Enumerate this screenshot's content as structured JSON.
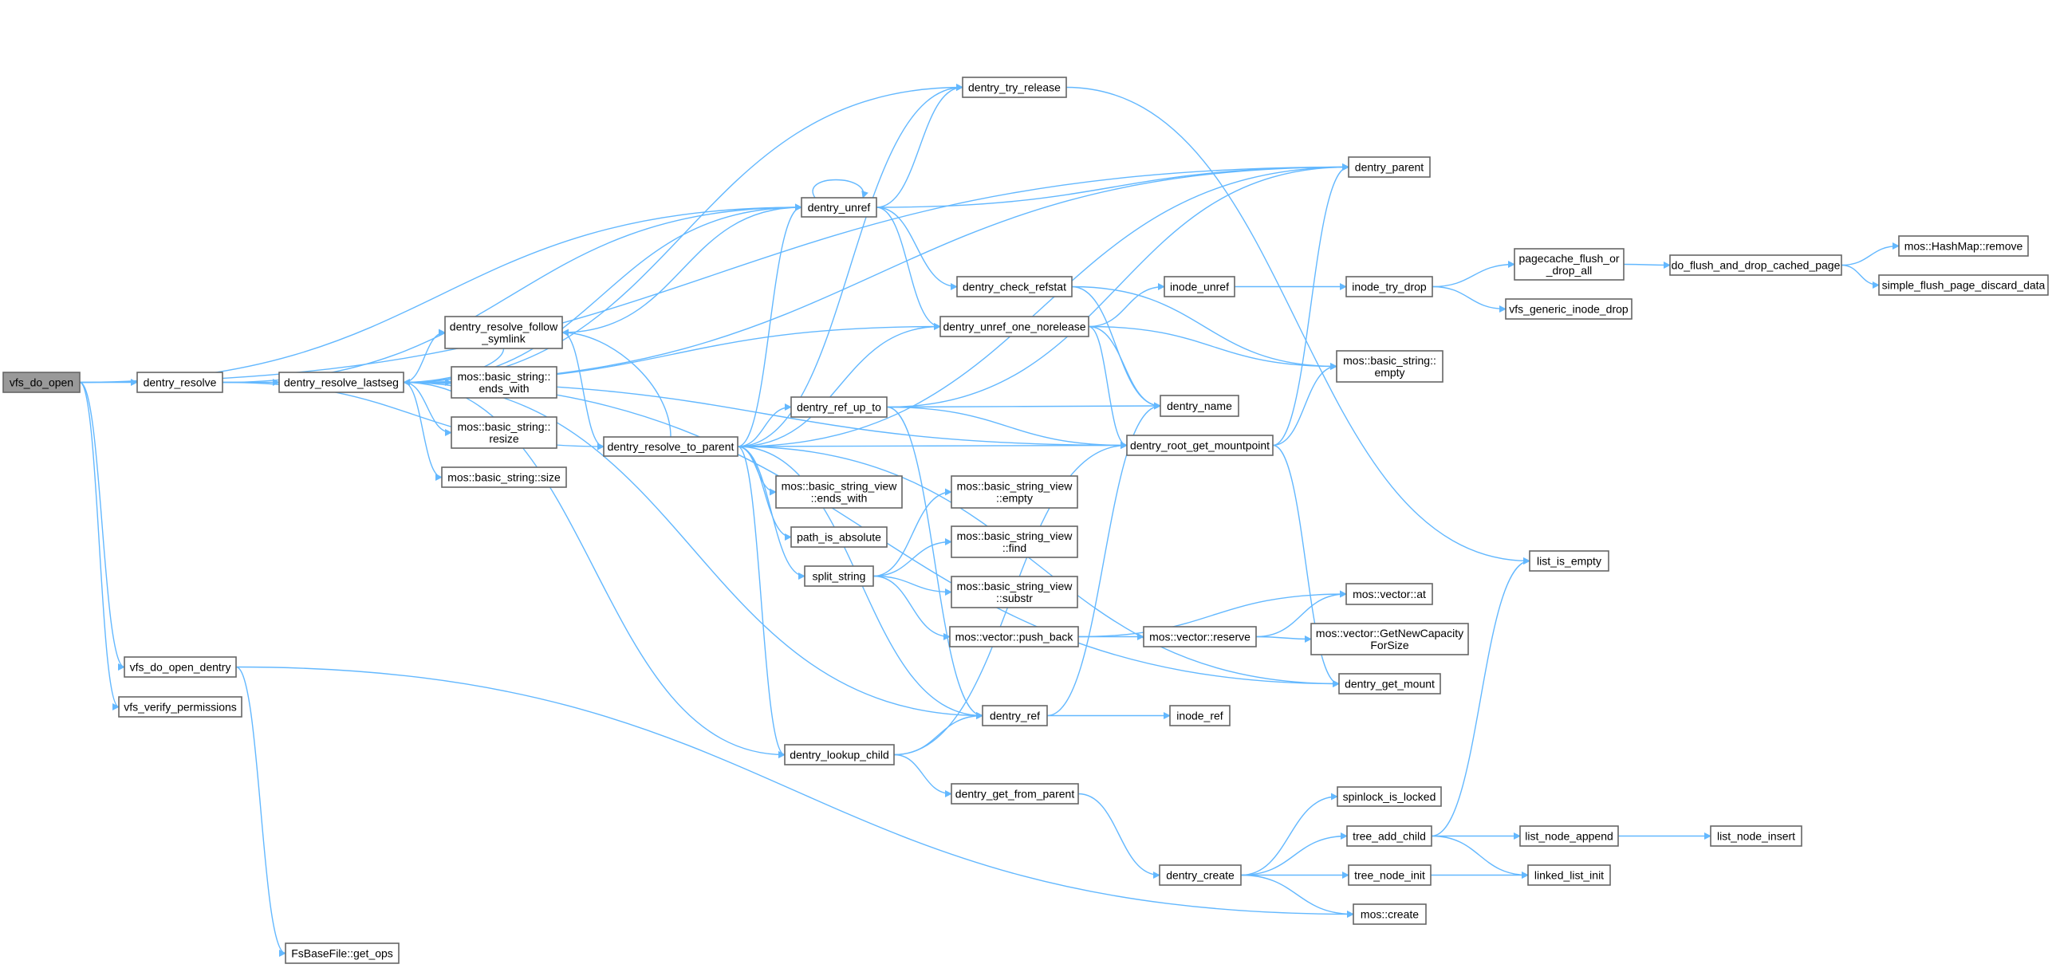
{
  "colors": {
    "edge": "#63b8ff",
    "highlight_fill": "#999999",
    "node_border": "#666666"
  },
  "nodes": [
    {
      "id": "vfs_do_open",
      "lines": [
        "vfs_do_open"
      ],
      "highlighted": true
    },
    {
      "id": "dentry_resolve",
      "lines": [
        "dentry_resolve"
      ]
    },
    {
      "id": "dentry_resolve_lastseg",
      "lines": [
        "dentry_resolve_lastseg"
      ]
    },
    {
      "id": "dentry_resolve_follow_symlink",
      "lines": [
        "dentry_resolve_follow",
        "_symlink"
      ]
    },
    {
      "id": "bs_ends_with",
      "lines": [
        "mos::basic_string::",
        "ends_with"
      ]
    },
    {
      "id": "bs_resize",
      "lines": [
        "mos::basic_string::",
        "resize"
      ]
    },
    {
      "id": "bs_size",
      "lines": [
        "mos::basic_string::size"
      ]
    },
    {
      "id": "dentry_resolve_to_parent",
      "lines": [
        "dentry_resolve_to_parent"
      ]
    },
    {
      "id": "vfs_do_open_dentry",
      "lines": [
        "vfs_do_open_dentry"
      ]
    },
    {
      "id": "vfs_verify_permissions",
      "lines": [
        "vfs_verify_permissions"
      ]
    },
    {
      "id": "fsbasefile_get_ops",
      "lines": [
        "FsBaseFile::get_ops"
      ]
    },
    {
      "id": "dentry_try_release",
      "lines": [
        "dentry_try_release"
      ]
    },
    {
      "id": "dentry_unref",
      "lines": [
        "dentry_unref"
      ]
    },
    {
      "id": "dentry_parent",
      "lines": [
        "dentry_parent"
      ]
    },
    {
      "id": "dentry_check_refstat",
      "lines": [
        "dentry_check_refstat"
      ]
    },
    {
      "id": "inode_unref",
      "lines": [
        "inode_unref"
      ]
    },
    {
      "id": "inode_try_drop",
      "lines": [
        "inode_try_drop"
      ]
    },
    {
      "id": "dentry_unref_one_norelease",
      "lines": [
        "dentry_unref_one_norelease"
      ]
    },
    {
      "id": "bs_empty",
      "lines": [
        "mos::basic_string::",
        "empty"
      ]
    },
    {
      "id": "dentry_ref_up_to",
      "lines": [
        "dentry_ref_up_to"
      ]
    },
    {
      "id": "dentry_name",
      "lines": [
        "dentry_name"
      ]
    },
    {
      "id": "dentry_root_get_mountpoint",
      "lines": [
        "dentry_root_get_mountpoint"
      ]
    },
    {
      "id": "bsv_ends_with",
      "lines": [
        "mos::basic_string_view",
        "::ends_with"
      ]
    },
    {
      "id": "bsv_empty",
      "lines": [
        "mos::basic_string_view",
        "::empty"
      ]
    },
    {
      "id": "path_is_absolute",
      "lines": [
        "path_is_absolute"
      ]
    },
    {
      "id": "split_string",
      "lines": [
        "split_string"
      ]
    },
    {
      "id": "bsv_find",
      "lines": [
        "mos::basic_string_view",
        "::find"
      ]
    },
    {
      "id": "bsv_substr",
      "lines": [
        "mos::basic_string_view",
        "::substr"
      ]
    },
    {
      "id": "vector_push_back",
      "lines": [
        "mos::vector::push_back"
      ]
    },
    {
      "id": "vector_reserve",
      "lines": [
        "mos::vector::reserve"
      ]
    },
    {
      "id": "vector_at",
      "lines": [
        "mos::vector::at"
      ]
    },
    {
      "id": "vector_getnewcap",
      "lines": [
        "mos::vector::GetNewCapacity",
        "ForSize"
      ]
    },
    {
      "id": "dentry_get_mount",
      "lines": [
        "dentry_get_mount"
      ]
    },
    {
      "id": "dentry_ref",
      "lines": [
        "dentry_ref"
      ]
    },
    {
      "id": "inode_ref",
      "lines": [
        "inode_ref"
      ]
    },
    {
      "id": "dentry_lookup_child",
      "lines": [
        "dentry_lookup_child"
      ]
    },
    {
      "id": "dentry_get_from_parent",
      "lines": [
        "dentry_get_from_parent"
      ]
    },
    {
      "id": "dentry_create",
      "lines": [
        "dentry_create"
      ]
    },
    {
      "id": "spinlock_is_locked",
      "lines": [
        "spinlock_is_locked"
      ]
    },
    {
      "id": "tree_add_child",
      "lines": [
        "tree_add_child"
      ]
    },
    {
      "id": "tree_node_init",
      "lines": [
        "tree_node_init"
      ]
    },
    {
      "id": "mos_create",
      "lines": [
        "mos::create"
      ]
    },
    {
      "id": "list_node_append",
      "lines": [
        "list_node_append"
      ]
    },
    {
      "id": "list_node_insert",
      "lines": [
        "list_node_insert"
      ]
    },
    {
      "id": "linked_list_init",
      "lines": [
        "linked_list_init"
      ]
    },
    {
      "id": "list_is_empty",
      "lines": [
        "list_is_empty"
      ]
    },
    {
      "id": "pagecache_flush_or_drop_all",
      "lines": [
        "pagecache_flush_or",
        "_drop_all"
      ]
    },
    {
      "id": "vfs_generic_inode_drop",
      "lines": [
        "vfs_generic_inode_drop"
      ]
    },
    {
      "id": "do_flush_and_drop_cached_page",
      "lines": [
        "do_flush_and_drop_cached_page"
      ]
    },
    {
      "id": "hashmap_remove",
      "lines": [
        "mos::HashMap::remove"
      ]
    },
    {
      "id": "simple_flush_page_discard_data",
      "lines": [
        "simple_flush_page_discard_data"
      ]
    }
  ],
  "edges": [
    [
      "vfs_do_open",
      "dentry_resolve"
    ],
    [
      "vfs_do_open",
      "dentry_parent"
    ],
    [
      "vfs_do_open",
      "dentry_unref"
    ],
    [
      "vfs_do_open",
      "vfs_do_open_dentry"
    ],
    [
      "vfs_do_open",
      "vfs_verify_permissions"
    ],
    [
      "dentry_resolve",
      "dentry_resolve_lastseg"
    ],
    [
      "dentry_resolve",
      "dentry_unref"
    ],
    [
      "dentry_resolve",
      "dentry_resolve_to_parent"
    ],
    [
      "dentry_resolve_lastseg",
      "dentry_parent"
    ],
    [
      "dentry_resolve_lastseg",
      "dentry_try_release"
    ],
    [
      "dentry_resolve_lastseg",
      "dentry_unref"
    ],
    [
      "dentry_resolve_lastseg",
      "dentry_unref_one_norelease"
    ],
    [
      "dentry_resolve_lastseg",
      "dentry_resolve_follow_symlink"
    ],
    [
      "dentry_resolve_lastseg",
      "bs_ends_with"
    ],
    [
      "dentry_resolve_lastseg",
      "bs_resize"
    ],
    [
      "dentry_resolve_lastseg",
      "bs_size"
    ],
    [
      "dentry_resolve_lastseg",
      "dentry_ref"
    ],
    [
      "dentry_resolve_lastseg",
      "dentry_lookup_child"
    ],
    [
      "dentry_resolve_lastseg",
      "dentry_root_get_mountpoint"
    ],
    [
      "dentry_resolve_lastseg",
      "dentry_get_mount"
    ],
    [
      "dentry_resolve_follow_symlink",
      "dentry_resolve_lastseg"
    ],
    [
      "dentry_resolve_follow_symlink",
      "dentry_unref"
    ],
    [
      "dentry_resolve_follow_symlink",
      "dentry_resolve_to_parent"
    ],
    [
      "dentry_resolve_to_parent",
      "dentry_resolve_follow_symlink"
    ],
    [
      "dentry_resolve_to_parent",
      "dentry_unref"
    ],
    [
      "dentry_resolve_to_parent",
      "dentry_try_release"
    ],
    [
      "dentry_resolve_to_parent",
      "dentry_parent"
    ],
    [
      "dentry_resolve_to_parent",
      "dentry_unref_one_norelease"
    ],
    [
      "dentry_resolve_to_parent",
      "dentry_ref_up_to"
    ],
    [
      "dentry_resolve_to_parent",
      "dentry_root_get_mountpoint"
    ],
    [
      "dentry_resolve_to_parent",
      "bsv_ends_with"
    ],
    [
      "dentry_resolve_to_parent",
      "path_is_absolute"
    ],
    [
      "dentry_resolve_to_parent",
      "split_string"
    ],
    [
      "dentry_resolve_to_parent",
      "dentry_ref"
    ],
    [
      "dentry_resolve_to_parent",
      "dentry_lookup_child"
    ],
    [
      "dentry_resolve_to_parent",
      "dentry_get_mount"
    ],
    [
      "dentry_unref",
      "dentry_unref"
    ],
    [
      "dentry_unref",
      "dentry_try_release"
    ],
    [
      "dentry_unref",
      "dentry_parent"
    ],
    [
      "dentry_unref",
      "dentry_check_refstat"
    ],
    [
      "dentry_unref",
      "dentry_unref_one_norelease"
    ],
    [
      "dentry_try_release",
      "list_is_empty"
    ],
    [
      "dentry_check_refstat",
      "dentry_name"
    ],
    [
      "dentry_check_refstat",
      "bs_empty"
    ],
    [
      "dentry_unref_one_norelease",
      "inode_unref"
    ],
    [
      "dentry_unref_one_norelease",
      "dentry_name"
    ],
    [
      "dentry_unref_one_norelease",
      "bs_empty"
    ],
    [
      "dentry_unref_one_norelease",
      "dentry_root_get_mountpoint"
    ],
    [
      "inode_unref",
      "inode_try_drop"
    ],
    [
      "inode_try_drop",
      "pagecache_flush_or_drop_all"
    ],
    [
      "inode_try_drop",
      "vfs_generic_inode_drop"
    ],
    [
      "pagecache_flush_or_drop_all",
      "do_flush_and_drop_cached_page"
    ],
    [
      "do_flush_and_drop_cached_page",
      "hashmap_remove"
    ],
    [
      "do_flush_and_drop_cached_page",
      "simple_flush_page_discard_data"
    ],
    [
      "dentry_ref_up_to",
      "dentry_parent"
    ],
    [
      "dentry_ref_up_to",
      "dentry_name"
    ],
    [
      "dentry_ref_up_to",
      "dentry_root_get_mountpoint"
    ],
    [
      "dentry_ref_up_to",
      "dentry_ref"
    ],
    [
      "dentry_root_get_mountpoint",
      "dentry_parent"
    ],
    [
      "dentry_root_get_mountpoint",
      "bs_empty"
    ],
    [
      "dentry_root_get_mountpoint",
      "dentry_get_mount"
    ],
    [
      "split_string",
      "bsv_empty"
    ],
    [
      "split_string",
      "bsv_find"
    ],
    [
      "split_string",
      "bsv_substr"
    ],
    [
      "split_string",
      "vector_push_back"
    ],
    [
      "vector_push_back",
      "vector_reserve"
    ],
    [
      "vector_push_back",
      "vector_at"
    ],
    [
      "vector_reserve",
      "vector_at"
    ],
    [
      "vector_reserve",
      "vector_getnewcap"
    ],
    [
      "dentry_ref",
      "inode_ref"
    ],
    [
      "dentry_ref",
      "dentry_name"
    ],
    [
      "dentry_lookup_child",
      "dentry_ref"
    ],
    [
      "dentry_lookup_child",
      "dentry_get_from_parent"
    ],
    [
      "dentry_lookup_child",
      "dentry_root_get_mountpoint"
    ],
    [
      "dentry_get_from_parent",
      "dentry_create"
    ],
    [
      "dentry_create",
      "spinlock_is_locked"
    ],
    [
      "dentry_create",
      "tree_add_child"
    ],
    [
      "dentry_create",
      "tree_node_init"
    ],
    [
      "dentry_create",
      "mos_create"
    ],
    [
      "tree_add_child",
      "list_is_empty"
    ],
    [
      "tree_add_child",
      "list_node_append"
    ],
    [
      "tree_add_child",
      "linked_list_init"
    ],
    [
      "list_node_append",
      "list_node_insert"
    ],
    [
      "tree_node_init",
      "linked_list_init"
    ],
    [
      "vfs_do_open_dentry",
      "fsbasefile_get_ops"
    ],
    [
      "vfs_do_open_dentry",
      "mos_create"
    ]
  ]
}
